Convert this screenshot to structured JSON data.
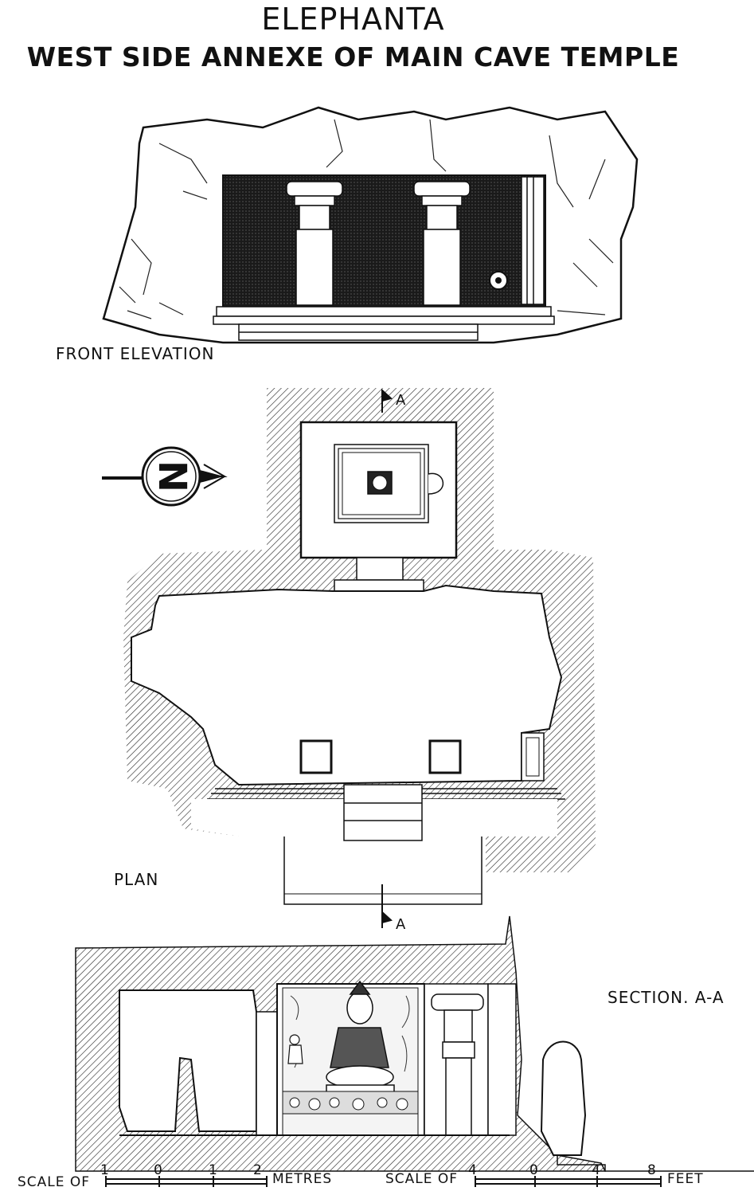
{
  "header": {
    "title": "ELEPHANTA",
    "subtitle": "WEST SIDE ANNEXE OF MAIN CAVE TEMPLE"
  },
  "views": {
    "front_elevation": "FRONT ELEVATION",
    "plan": "PLAN",
    "section": "SECTION. A-A",
    "section_marker_top": "A",
    "section_marker_bottom": "A"
  },
  "north_arrow": {
    "letter": "N"
  },
  "scales": {
    "metric": {
      "prefix": "SCALE OF",
      "ticks": [
        "1",
        "0",
        "1",
        "2"
      ],
      "unit": "METRES"
    },
    "imperial": {
      "prefix": "SCALE OF",
      "ticks": [
        "4",
        "0",
        "4",
        "8"
      ],
      "unit": "FEET"
    }
  }
}
